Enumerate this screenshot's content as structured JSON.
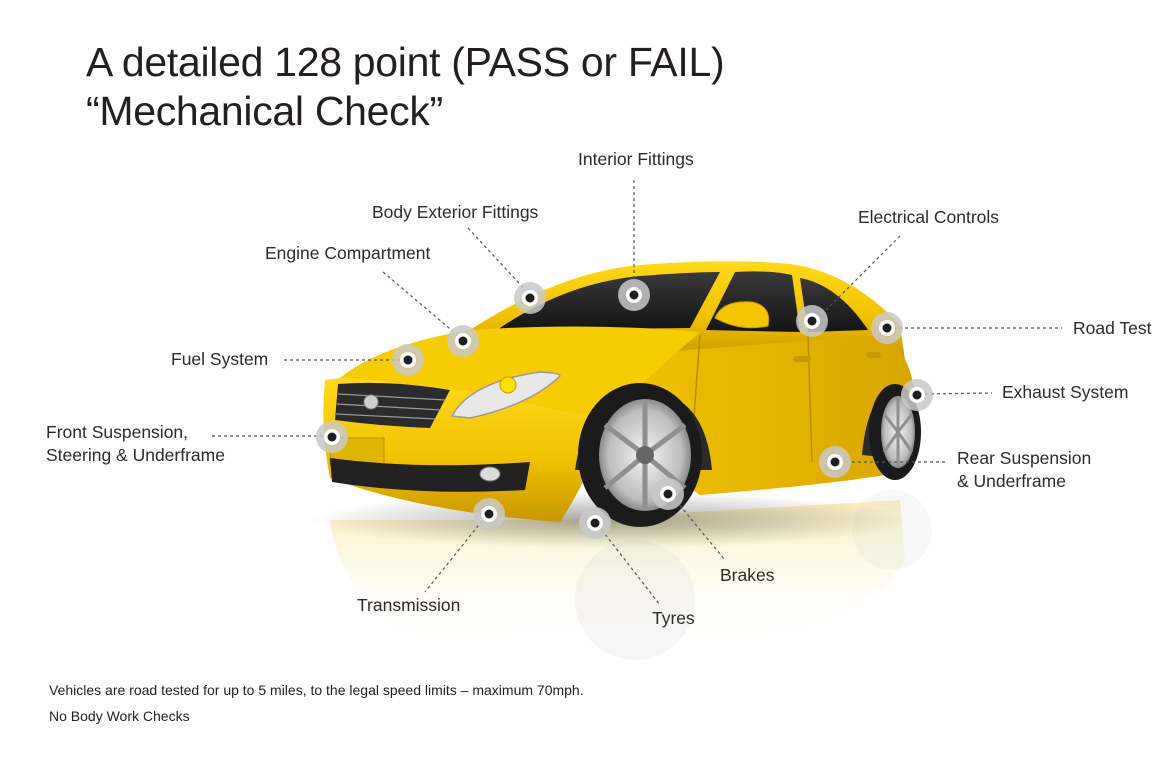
{
  "title": {
    "line1": "A detailed 128 point (PASS or FAIL)",
    "line2": "“Mechanical Check”"
  },
  "labels": {
    "interior_fittings": "Interior Fittings",
    "body_exterior_fittings": "Body Exterior Fittings",
    "electrical_controls": "Electrical Controls",
    "engine_compartment": "Engine Compartment",
    "road_test": "Road Test",
    "fuel_system": "Fuel System",
    "exhaust_system": "Exhaust System",
    "front_suspension_line1": "Front Suspension,",
    "front_suspension_line2": "Steering & Underframe",
    "rear_suspension_line1": "Rear Suspension",
    "rear_suspension_line2": "& Underframe",
    "brakes": "Brakes",
    "transmission": "Transmission",
    "tyres": "Tyres"
  },
  "notes": {
    "road_test_note": "Vehicles are road tested for up to 5 miles, to the legal speed limits – maximum 70mph.",
    "body_work_note": "No Body Work Checks"
  },
  "colors": {
    "car_body": "#f2c500",
    "car_shade": "#d9a800",
    "marker_ring": "#c9c9c9",
    "marker_dot": "#1e1e1e",
    "leader_line": "#555555"
  }
}
